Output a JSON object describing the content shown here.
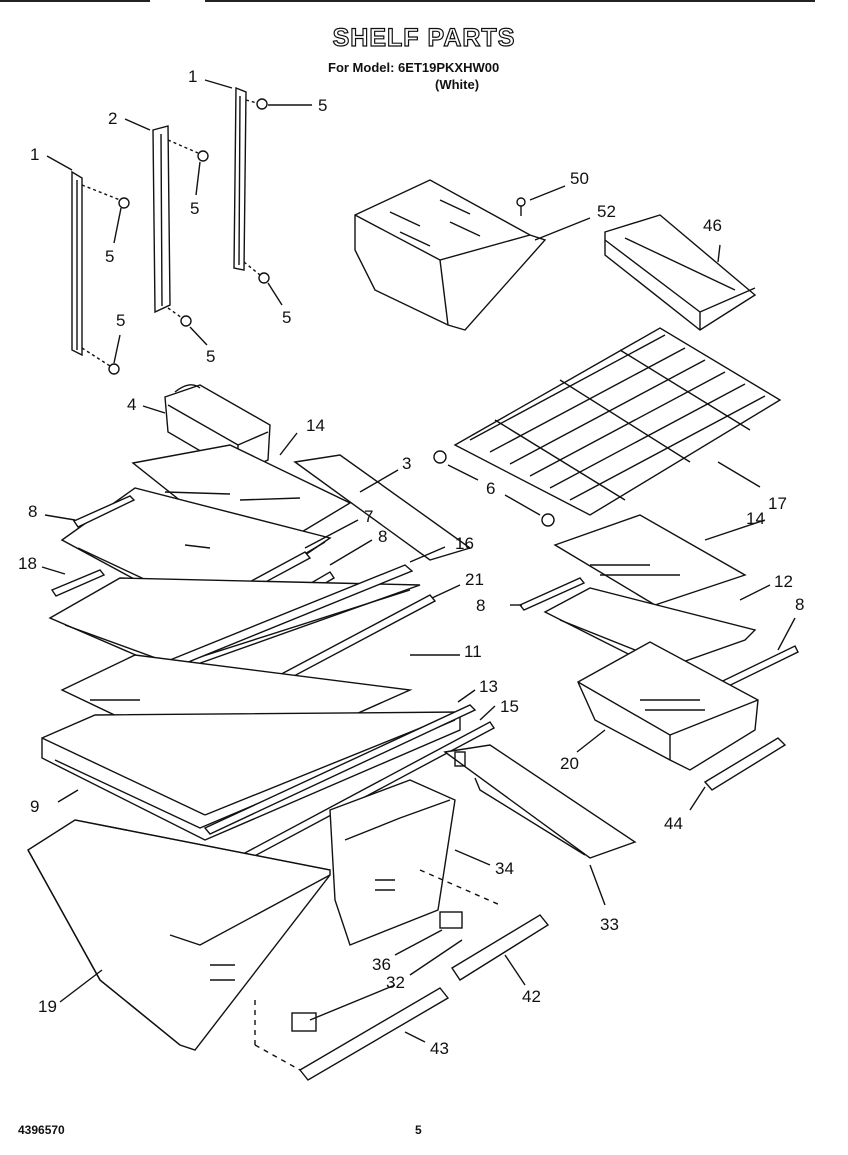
{
  "header": {
    "title": "SHELF PARTS",
    "model_line": "For Model: 6ET19PKXHW00",
    "color_line": "(White)"
  },
  "footer": {
    "doc_number": "4396570",
    "page_number": "5"
  },
  "callouts": [
    "1",
    "2",
    "1",
    "5",
    "5",
    "5",
    "5",
    "5",
    "5",
    "4",
    "14",
    "3",
    "8",
    "7",
    "8",
    "16",
    "18",
    "21",
    "11",
    "13",
    "15",
    "9",
    "19",
    "34",
    "36",
    "32",
    "33",
    "42",
    "43",
    "50",
    "52",
    "46",
    "6",
    "17",
    "14",
    "12",
    "8",
    "8",
    "20",
    "44"
  ]
}
